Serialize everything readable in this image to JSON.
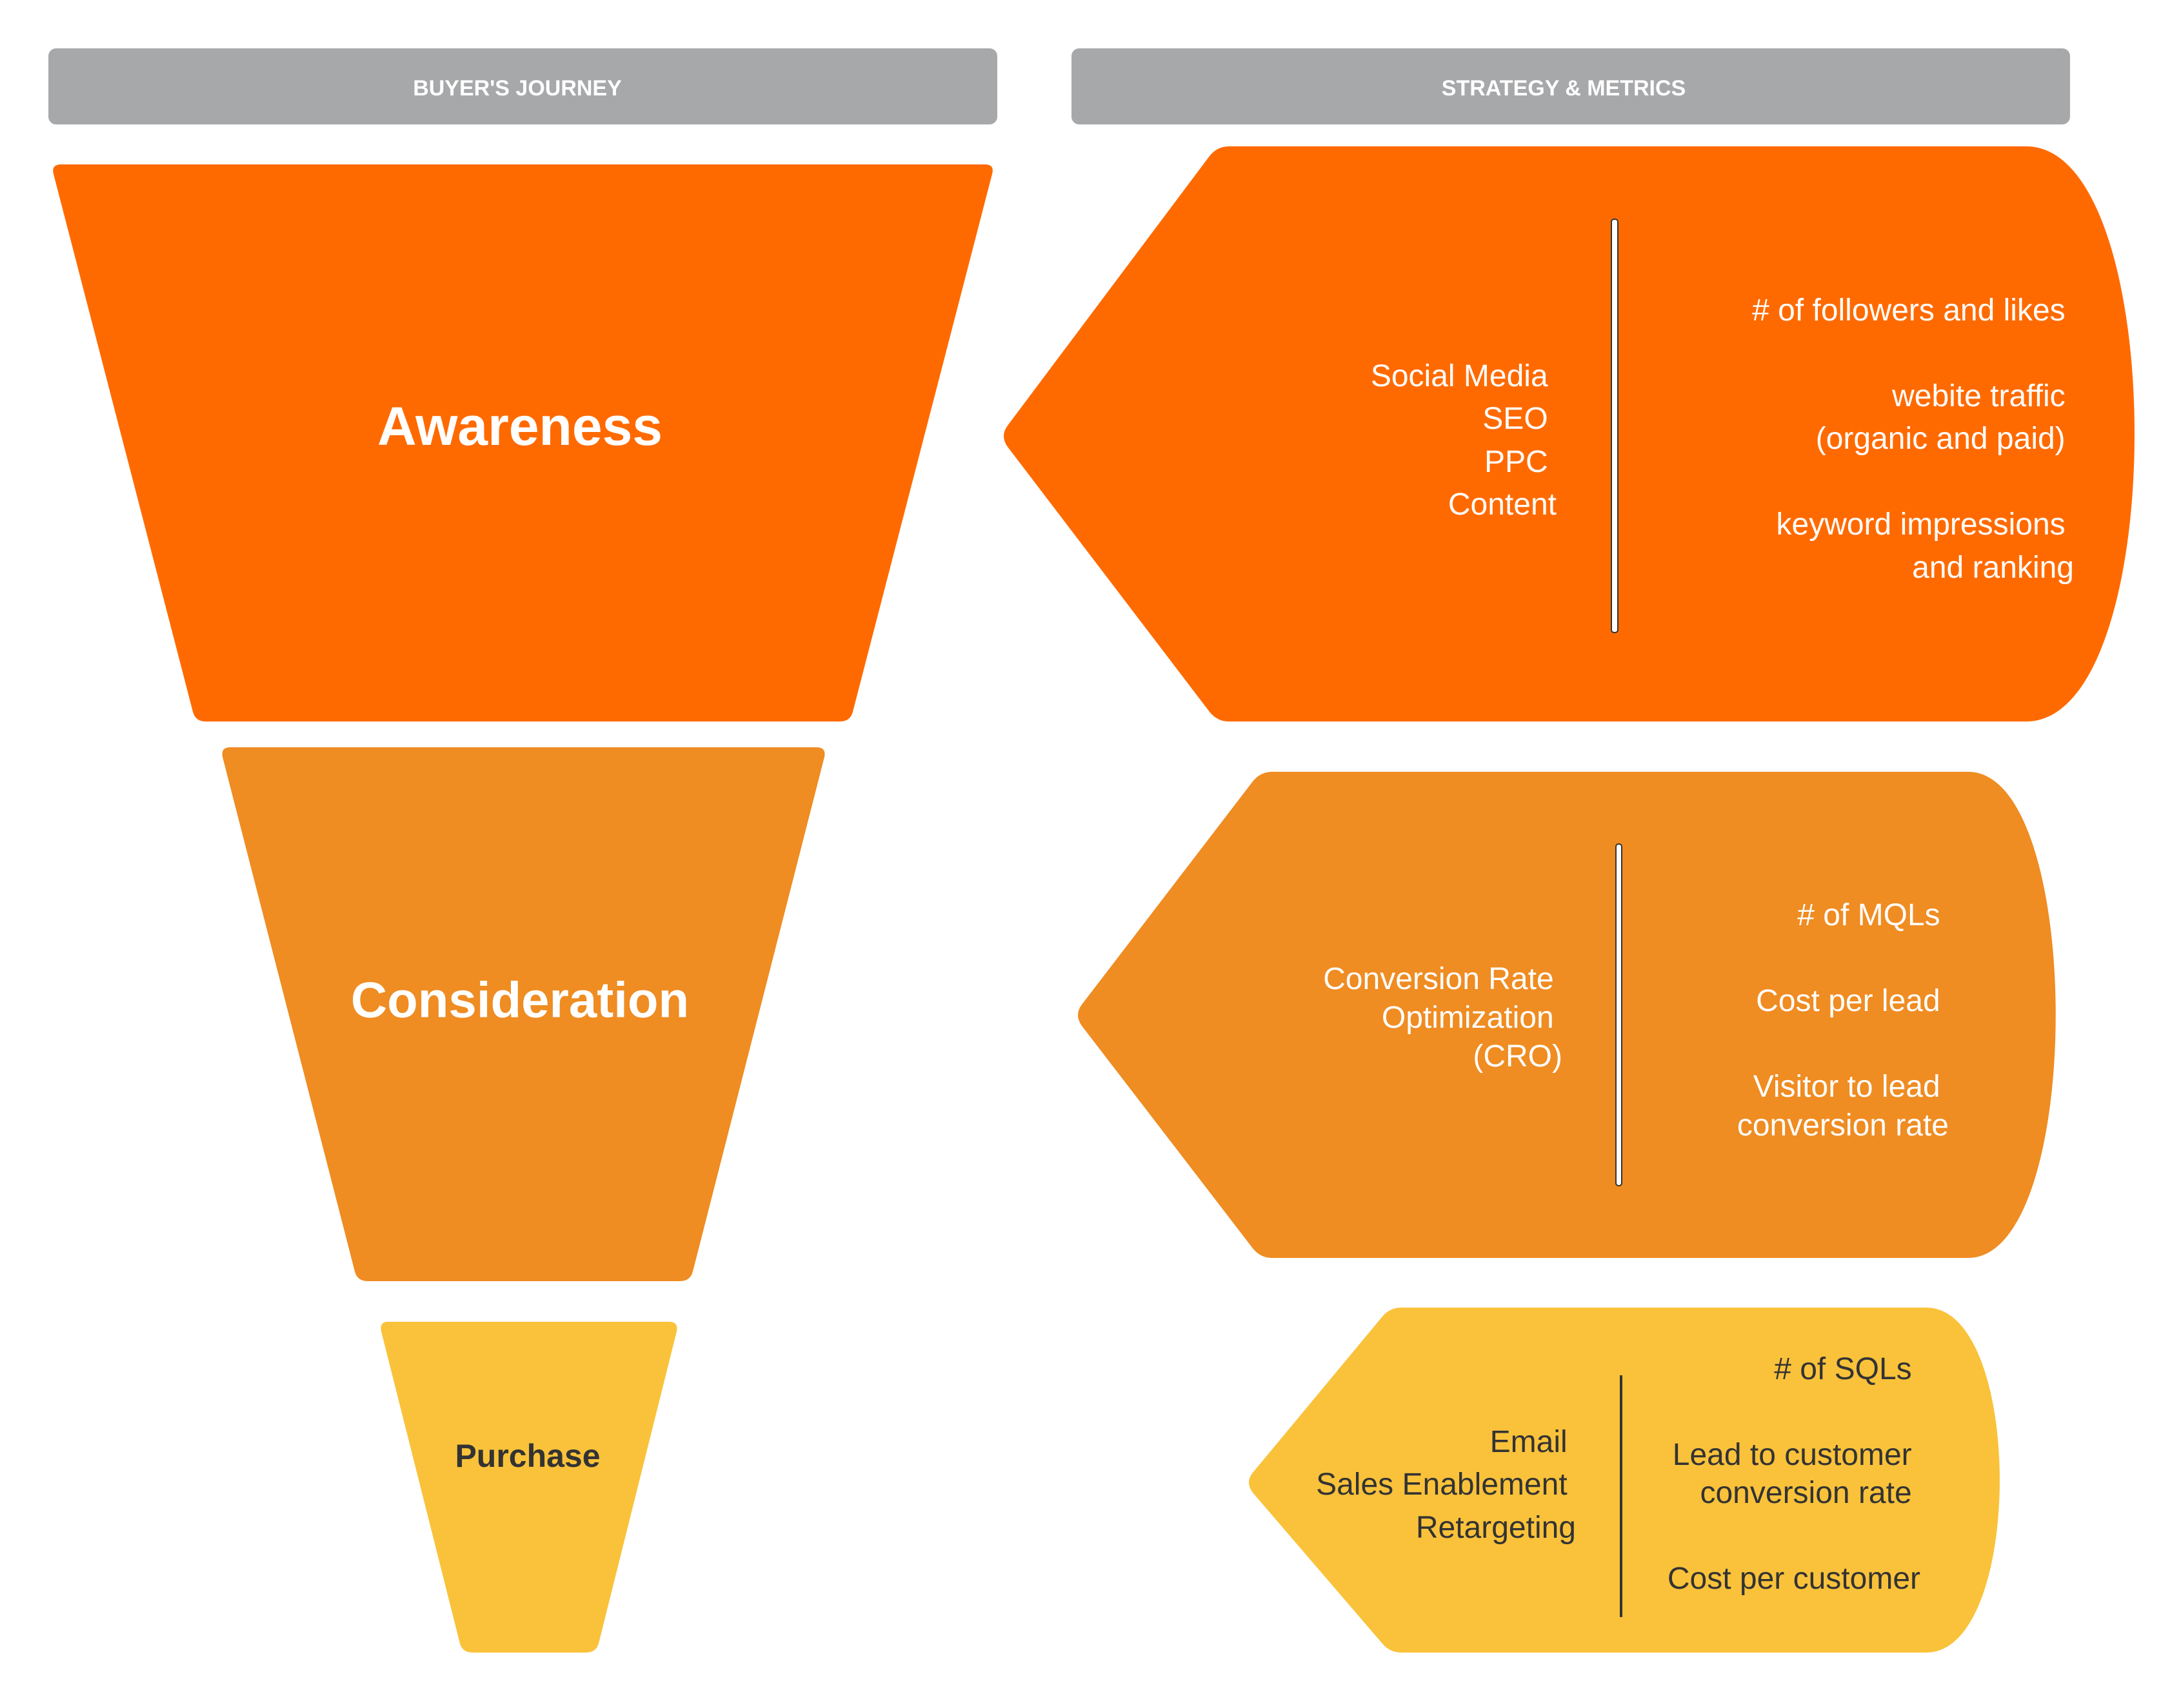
{
  "headers": {
    "left": "BUYER'S JOURNEY",
    "right": "STRATEGY & METRICS"
  },
  "colors": {
    "header_bg": "#a7a8aa",
    "awareness": "#ff6a00",
    "consideration": "#ef8c22",
    "purchase": "#f9c23a",
    "light_text": "#ffffff",
    "dark_text": "#333333"
  },
  "stages": {
    "awareness": {
      "title": "Awareness",
      "strategies": [
        "Social Media",
        "SEO",
        "PPC",
        "Content"
      ],
      "metrics": [
        "# of followers and likes",
        "webite traffic",
        "(organic and paid)",
        "keyword impressions",
        "and ranking"
      ]
    },
    "consideration": {
      "title": "Consideration",
      "strategies": [
        "Conversion Rate",
        "Optimization",
        "(CRO)"
      ],
      "metrics": [
        "# of MQLs",
        "Cost per lead",
        "Visitor to lead",
        "conversion rate"
      ]
    },
    "purchase": {
      "title": "Purchase",
      "strategies": [
        "Email",
        "Sales Enablement",
        "Retargeting"
      ],
      "metrics": [
        "# of SQLs",
        "Lead to customer",
        "conversion rate",
        "Cost per customer"
      ]
    }
  }
}
